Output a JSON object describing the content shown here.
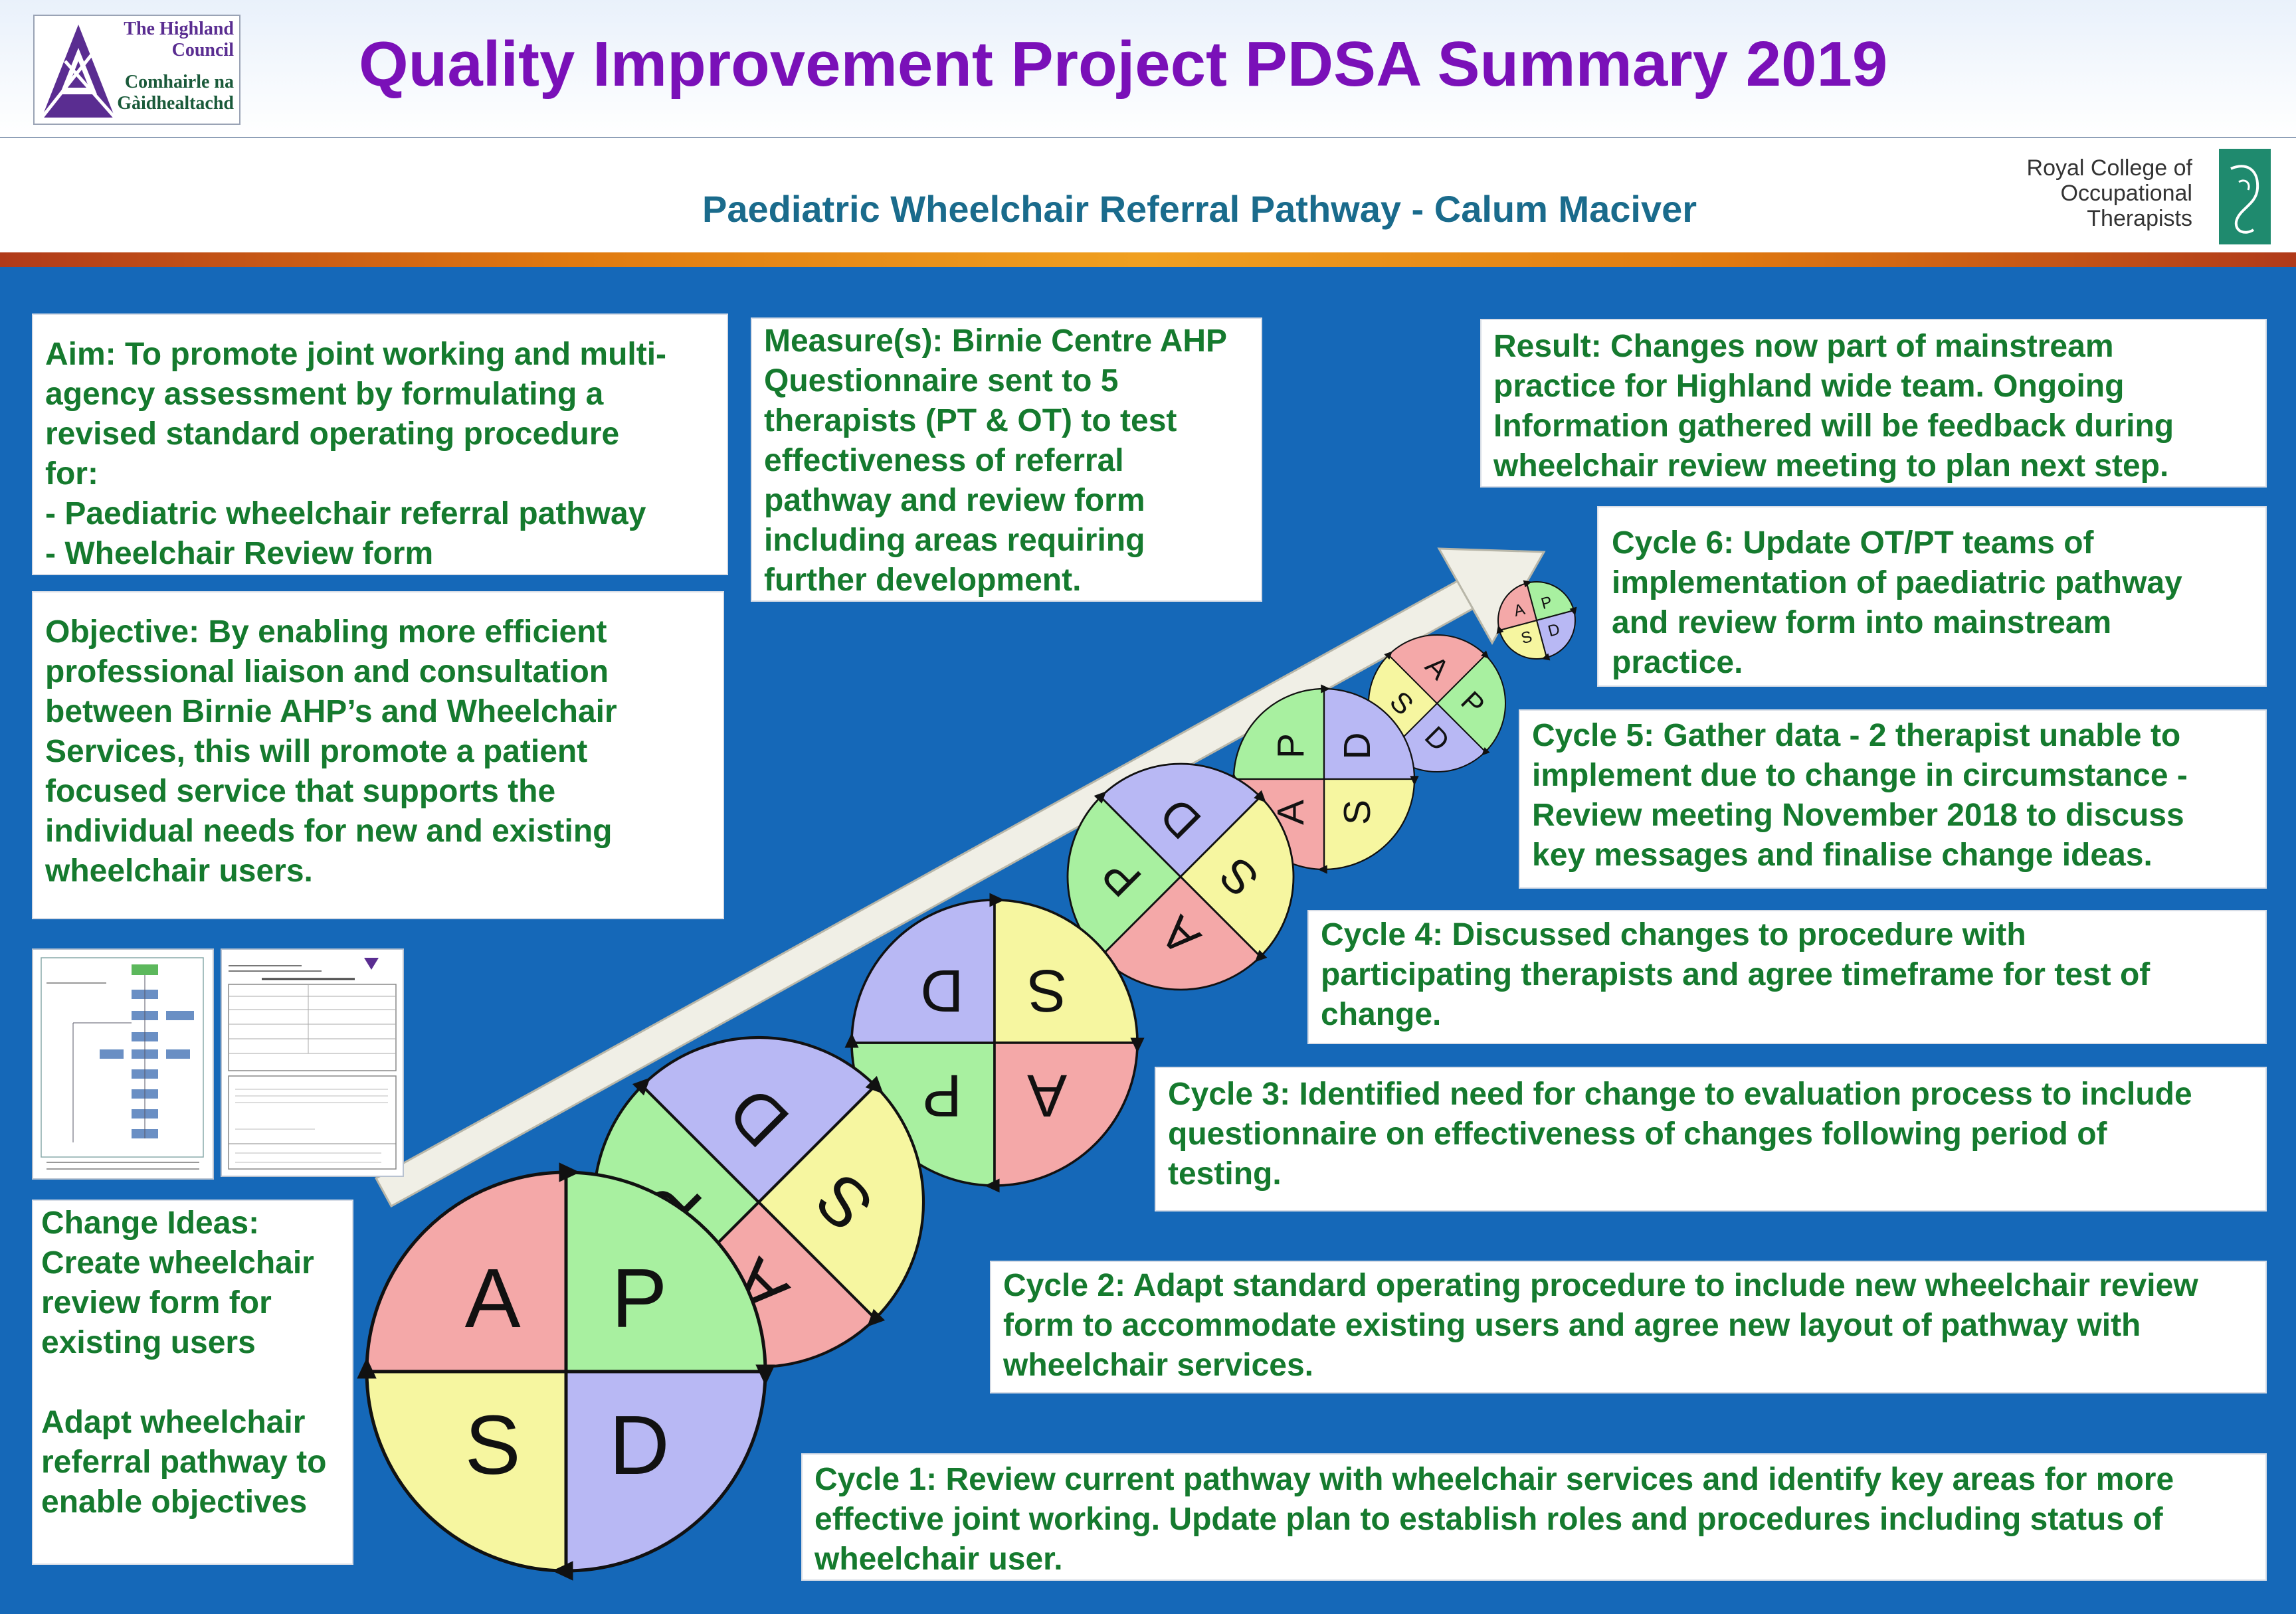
{
  "header": {
    "title": "Quality Improvement Project PDSA Summary 2019",
    "subtitle": "Paediatric Wheelchair Referral Pathway -   Calum Maciver",
    "highland_logo": {
      "line1": "The Highland",
      "line2": "Council",
      "line3": "Comhairle na",
      "line4": "Gàidhealtachd",
      "icon": "highland-council-triangle-logo"
    },
    "rcot_logo": {
      "line1": "Royal College of",
      "line2": "Occupational",
      "line3": "Therapists",
      "icon": "rcot-crest-logo"
    }
  },
  "boxes": {
    "aim": [
      "Aim: To promote joint working and multi-",
      "agency assessment by formulating a",
      "revised standard operating procedure",
      "for:",
      "- Paediatric wheelchair referral pathway",
      "- Wheelchair Review form"
    ],
    "objective": [
      "Objective: By enabling more efficient",
      "professional liaison and consultation",
      "between Birnie AHP’s and Wheelchair",
      "Services, this will promote a patient",
      "focused service that supports the",
      "individual needs for new and existing",
      "wheelchair users."
    ],
    "measures": [
      "Measure(s): Birnie Centre AHP",
      "Questionnaire sent to 5",
      "therapists (PT & OT) to test",
      "effectiveness of referral",
      "pathway and review form",
      "including areas requiring",
      "further development."
    ],
    "result": [
      "Result:  Changes now part of mainstream",
      "practice for Highland wide team. Ongoing",
      "Information gathered will be feedback during",
      "wheelchair review meeting to plan next step."
    ],
    "cycle6": [
      "Cycle 6: Update OT/PT teams of",
      "implementation of paediatric pathway",
      "and review form into mainstream",
      "practice."
    ],
    "cycle5": [
      "Cycle 5: Gather data - 2 therapist unable to",
      "implement due to change in circumstance -",
      "Review meeting November 2018 to discuss",
      "key messages and finalise change ideas."
    ],
    "cycle4": [
      "Cycle 4: Discussed changes to procedure with",
      "participating therapists and agree timeframe for test of",
      "change."
    ],
    "cycle3": [
      "Cycle 3: Identified need for change to evaluation process to include",
      "questionnaire on effectiveness of changes following period of",
      "testing."
    ],
    "cycle2": [
      "Cycle 2: Adapt standard operating procedure to include new wheelchair review",
      "form to accommodate existing users and agree new layout of pathway with",
      "wheelchair services."
    ],
    "cycle1": [
      "Cycle 1: Review current pathway with wheelchair services and identify key areas for more",
      "effective joint working.  Update plan to establish roles and procedures including status of",
      "wheelchair user."
    ],
    "change_ideas": [
      "Change Ideas:",
      "Create wheelchair",
      "review form for",
      "existing users",
      "",
      "Adapt wheelchair",
      "referral pathway to",
      "enable objectives"
    ]
  },
  "pdsa_letters": {
    "plan": "P",
    "do": "D",
    "study": "S",
    "act": "A"
  },
  "colors": {
    "plan": "#a8f0a0",
    "do": "#b8b8f4",
    "study": "#f6f6a0",
    "act": "#f4a8a8",
    "panel": "#1568b8",
    "text_green": "#157a2e",
    "title": "#7a10b8"
  },
  "thumbnails": {
    "left": "pathway-flowchart-document",
    "right": "wheelchair-review-form-document"
  }
}
